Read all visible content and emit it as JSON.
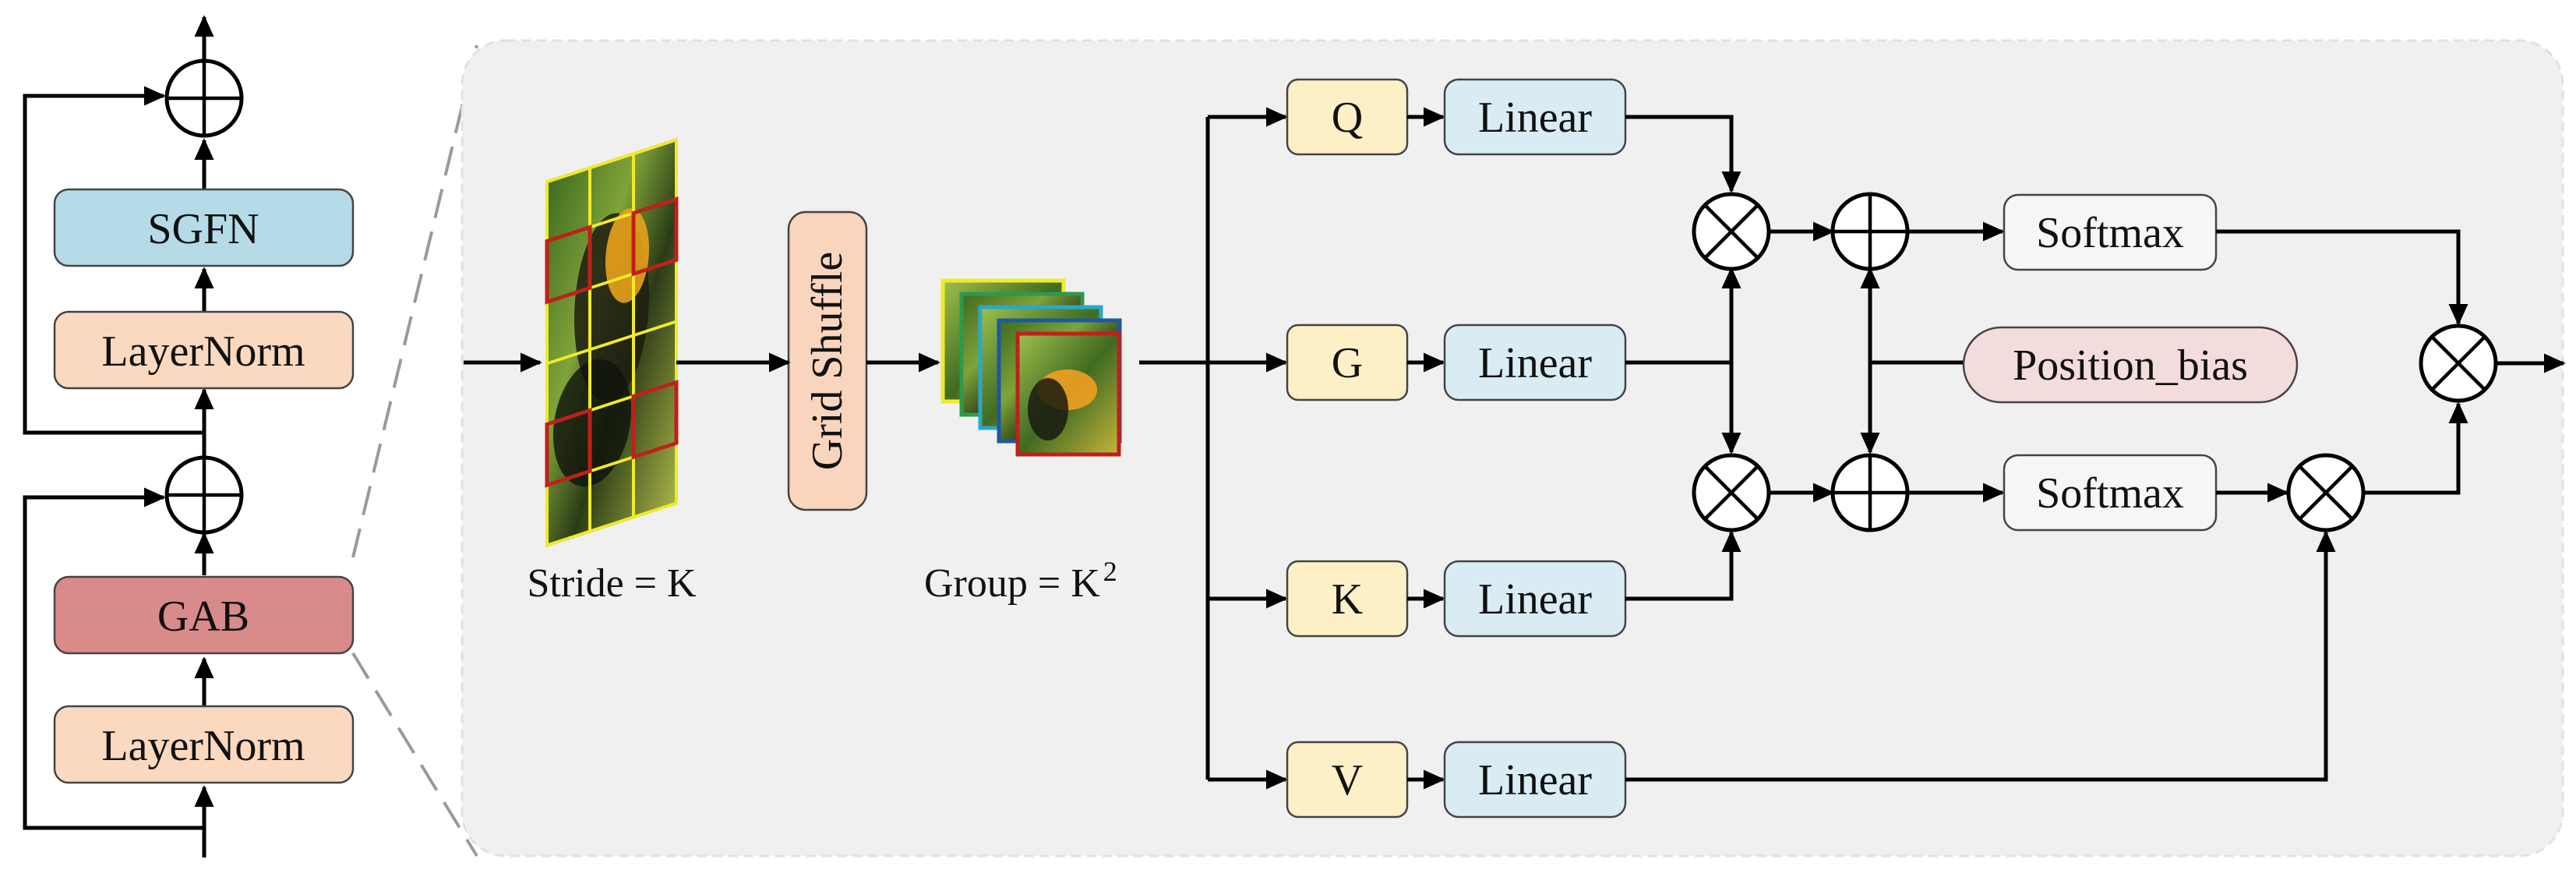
{
  "block": {
    "sgfn": "SGFN",
    "layernorm_top": "LayerNorm",
    "gab": "GAB",
    "layernorm_bottom": "LayerNorm"
  },
  "detail": {
    "stride_label": "Stride = K",
    "grid_shuffle": "Grid Shuffle",
    "group_label": "Group = K",
    "group_exp": "2",
    "q": "Q",
    "g": "G",
    "k": "K",
    "v": "V",
    "linear": "Linear",
    "softmax": "Softmax",
    "position_bias": "Position_bias"
  },
  "colors": {
    "sgfn_fill": "#b4dbe7",
    "layernorm_fill": "#fbd9bf",
    "gab_fill": "#d98a8b",
    "qgkv_fill": "#fdf0c7",
    "linear_fill": "#d9ecf3",
    "softmax_fill": "#f6f6f6",
    "position_bias_fill": "#f3dcdb",
    "grid_shuffle_fill": "#f9d5bd",
    "panel_fill": "#f0f0f0"
  }
}
